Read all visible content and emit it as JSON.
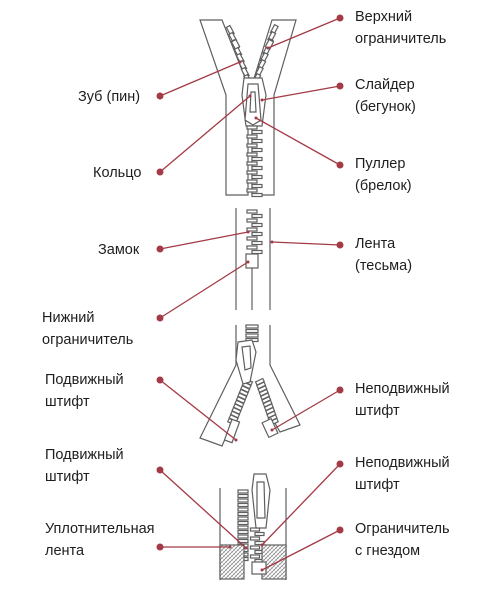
{
  "colors": {
    "line": "#a33a45",
    "dot": "#a33a45",
    "drawing": "#5f5f5f",
    "text": "#1e1e1e"
  },
  "labels": {
    "top_stop": [
      "Верхний",
      "ограничитель"
    ],
    "tooth": [
      "Зуб (пин)"
    ],
    "slider": [
      "Слайдер",
      "(бегунок)"
    ],
    "ring": [
      "Кольцо"
    ],
    "puller": [
      "Пуллер",
      "(брелок)"
    ],
    "lock": [
      "Замок"
    ],
    "tape": [
      "Лента",
      "(тесьма)"
    ],
    "bottom_stop": [
      "Нижний",
      "ограничитель"
    ],
    "insert_pin_1": [
      "Подвижный",
      "штифт"
    ],
    "retainer_box_1": [
      "Неподвижный",
      "штифт"
    ],
    "insert_pin_2": [
      "Подвижный",
      "штифт"
    ],
    "retainer_box_2": [
      "Неподвижный",
      "штифт"
    ],
    "seal_tape": [
      "Уплотнительная",
      "лента"
    ],
    "socket_stop": [
      "Ограничитель",
      "с гнездом"
    ]
  }
}
